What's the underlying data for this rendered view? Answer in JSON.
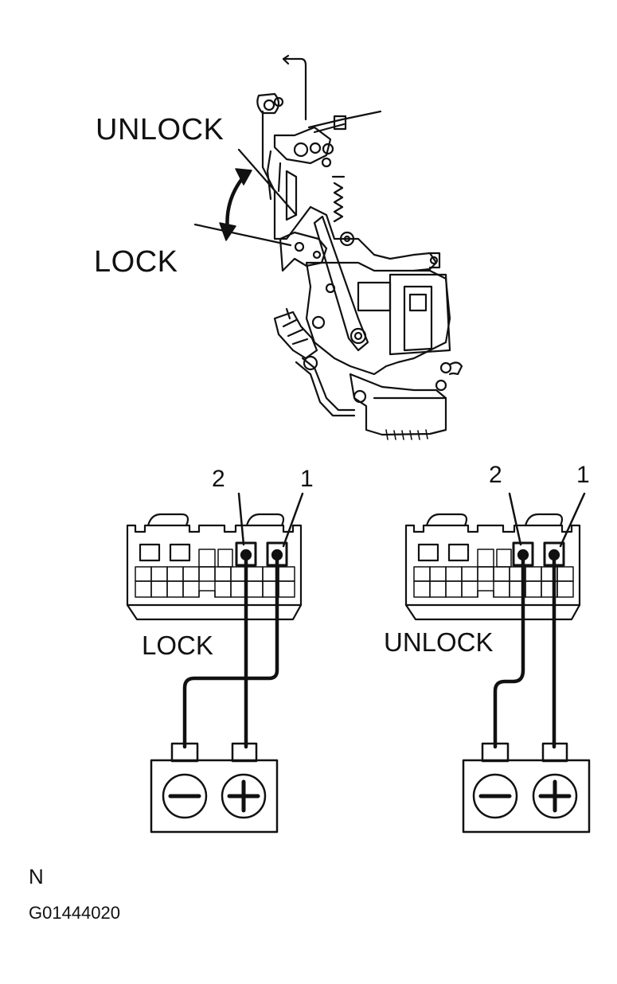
{
  "mechanism": {
    "unlock_label": "UNLOCK",
    "lock_label": "LOCK"
  },
  "tests": [
    {
      "state_label": "LOCK",
      "pin_left": "2",
      "pin_right": "1",
      "battery_left": "minus-icon",
      "battery_right": "plus-icon"
    },
    {
      "state_label": "UNLOCK",
      "pin_left": "2",
      "pin_right": "1",
      "battery_left": "minus-icon",
      "battery_right": "plus-icon"
    }
  ],
  "footer": {
    "letter": "N",
    "figure_id": "G01444020"
  },
  "colors": {
    "ink": "#111111",
    "paper": "#ffffff"
  }
}
